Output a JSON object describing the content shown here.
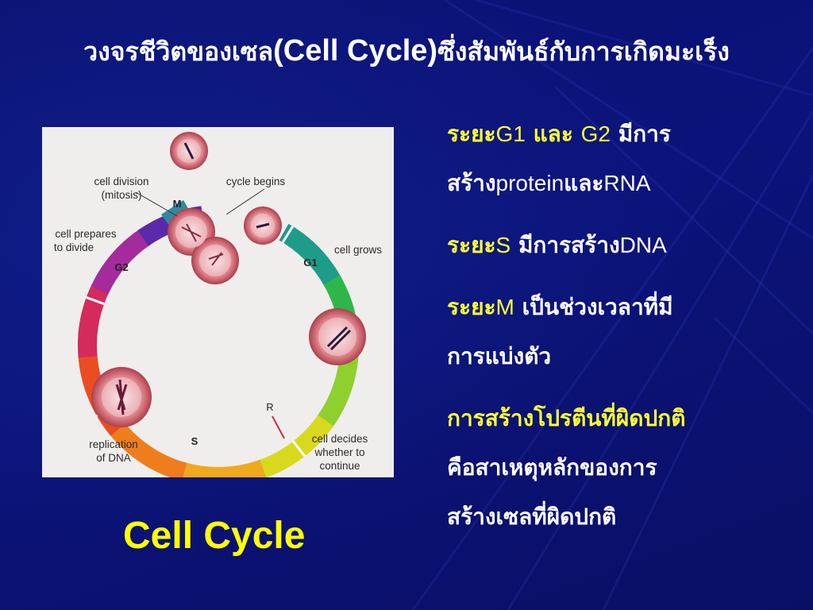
{
  "slide": {
    "title_prefix": "วงจรชีวิตของเซล",
    "title_latin": "(Cell Cycle)",
    "title_suffix": "ซึ่งสัมพันธ์กับการเกิดมะเร็ง",
    "caption": "Cell Cycle"
  },
  "diagram": {
    "labels": {
      "cell_division": "cell division",
      "mitosis": "(mitosis)",
      "cycle_begins": "cycle begins",
      "prepares_1": "cell prepares",
      "prepares_2": "to divide",
      "cell_grows": "cell grows",
      "replication_1": "replication",
      "replication_2": "of DNA",
      "decides_1": "cell decides",
      "decides_2": "whether to",
      "decides_3": "continue"
    },
    "phases": {
      "m": "M",
      "g1": "G1",
      "g2": "G2",
      "s": "S",
      "r": "R"
    }
  },
  "notes": {
    "n1": {
      "a": "ระยะ",
      "b": "G1",
      "c": " และ ",
      "d": "G2",
      "e": " มีการ",
      "f": "สร้าง",
      "g": "protein",
      "h": "และ",
      "i": "RNA"
    },
    "n2": {
      "a": "ระยะ",
      "b": "S",
      "c": " มีการสร้าง",
      "d": "DNA"
    },
    "n3": {
      "a": "ระยะ",
      "b": "M",
      "c": " เป็นช่วงเวลาที่มี",
      "d": "การแบ่งตัว"
    },
    "n4": {
      "line1": "การสร้างโปรตีนที่ผิดปกติ",
      "line2": "คือสาเหตุหลักของการ",
      "line3": "สร้างเซลที่ผิดปกติ"
    }
  },
  "colors": {
    "background": "#0a1070",
    "title": "#ffffff",
    "yellow_text": "#ffff33",
    "white_text": "#ffffff",
    "caption": "#ffff00"
  }
}
